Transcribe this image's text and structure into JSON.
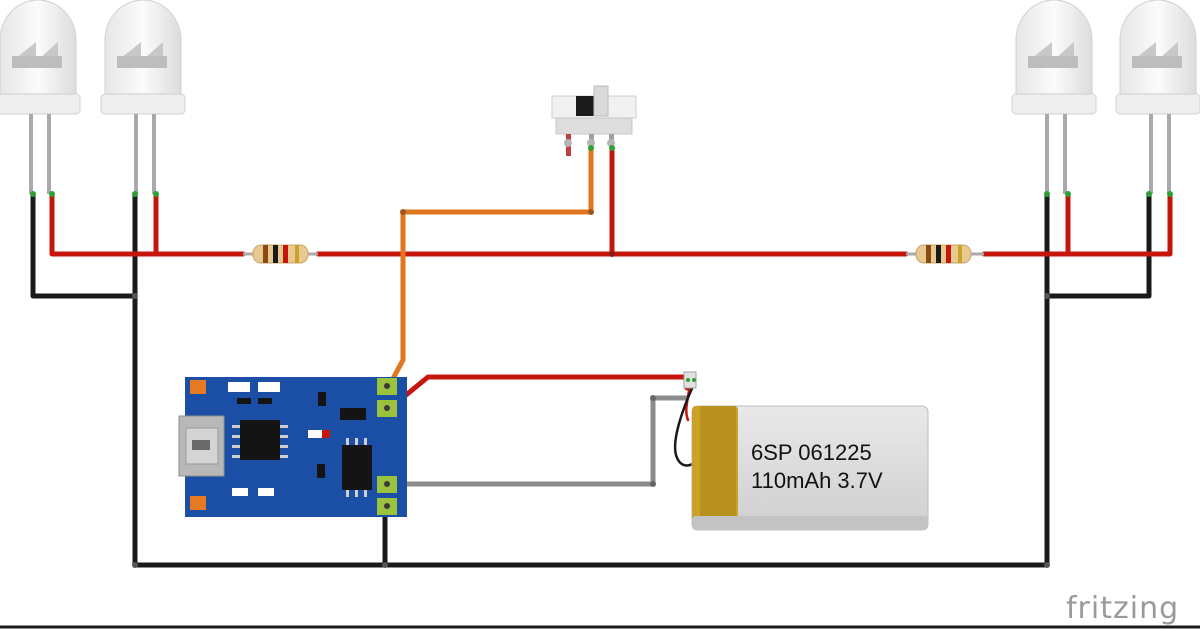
{
  "diagram": {
    "battery": {
      "line1": "6SP 061225",
      "line2": "110mAh 3.7V"
    },
    "watermark": "fritzing",
    "colors": {
      "wire_red": "#c6160c",
      "wire_black": "#1a1a1a",
      "wire_orange": "#e0761f",
      "wire_gray": "#8c8c8c",
      "pcb_blue": "#1b4fa6",
      "battery_gold": "#c9a227"
    },
    "components": [
      "led",
      "led",
      "led",
      "led",
      "slide-switch",
      "resistor",
      "resistor",
      "charger-module",
      "lipo-battery"
    ]
  }
}
